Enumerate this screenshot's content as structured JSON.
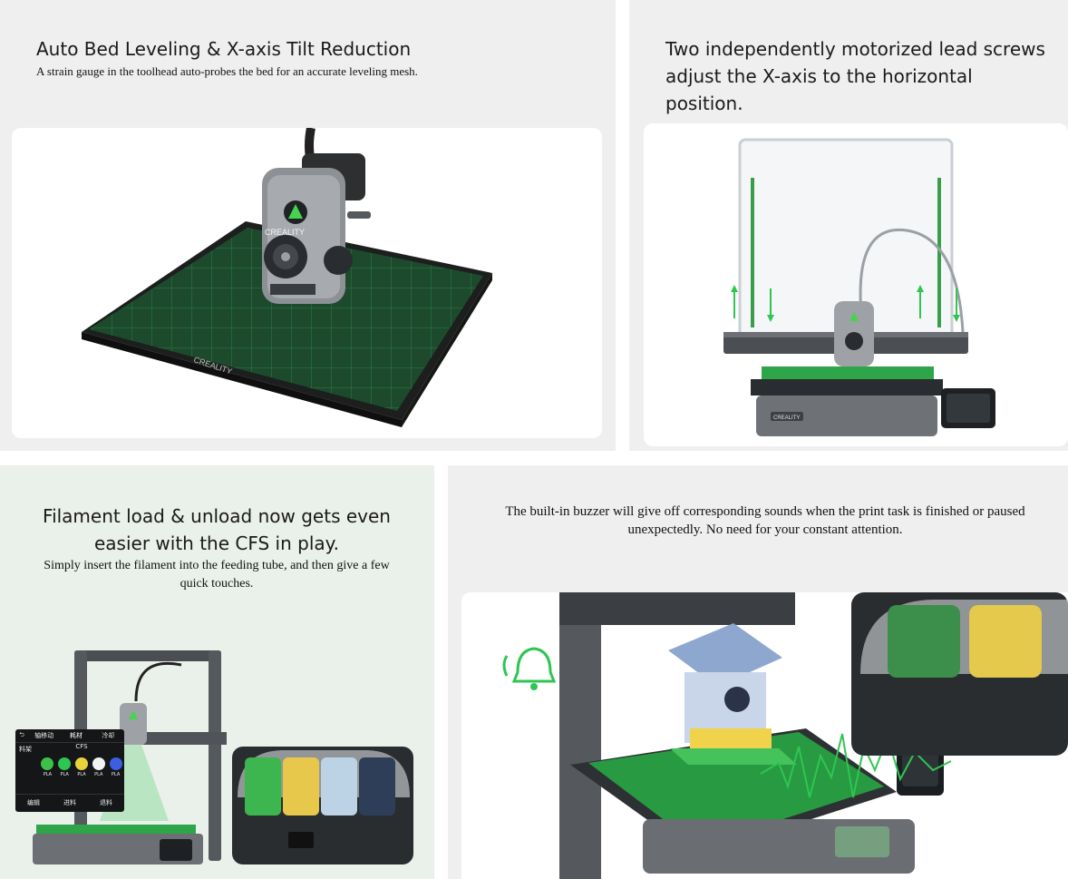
{
  "panel1": {
    "title": "Auto Bed Leveling & X-axis Tilt Reduction",
    "desc": "A strain gauge in the toolhead auto-probes the bed for an accurate leveling mesh.",
    "brand": "CREALITY"
  },
  "panel2": {
    "title": "Two independently motorized lead screws adjust the X-axis to the horizontal position.",
    "brand": "CREALITY"
  },
  "panel3": {
    "title": "Filament load & unload now gets even easier with the CFS in play.",
    "desc": "Simply insert the filament into the feeding tube, and then give a few quick touches.",
    "screen": {
      "tabs": [
        "轴移动",
        "耗材",
        "冷却"
      ],
      "side": "料架",
      "cfs": "CFS",
      "slots": [
        "PLA",
        "PLA",
        "PLA",
        "PLA",
        "PLA"
      ],
      "buttons": [
        "编辑",
        "进料",
        "退料"
      ]
    }
  },
  "panel4": {
    "desc": "The built-in buzzer will give off corresponding sounds when the print task is finished or paused unexpectedly. No need for your constant attention."
  },
  "colors": {
    "accent_green": "#2fc552",
    "slot_colors": [
      "#3cc24a",
      "#2fc552",
      "#e8d23a",
      "#f2f2f2",
      "#3b5fe0"
    ]
  }
}
